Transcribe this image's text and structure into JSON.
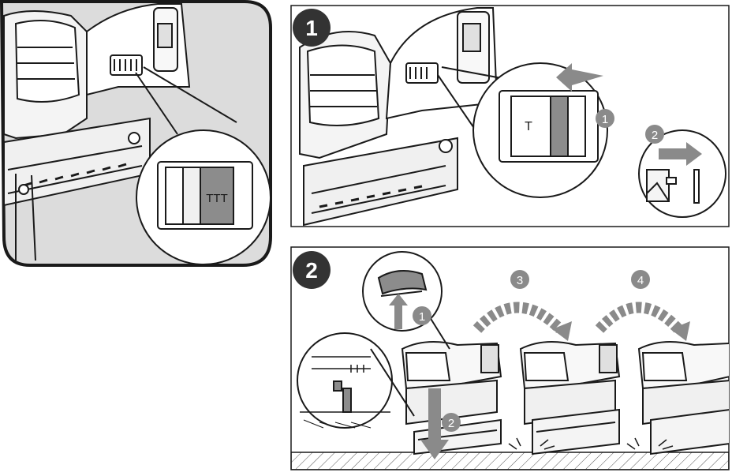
{
  "overview_panel": {
    "switch_mark": "TTT"
  },
  "step1": {
    "number": "1",
    "switch_mark": "T",
    "substeps": [
      "1",
      "2"
    ]
  },
  "step2": {
    "number": "2",
    "substeps": [
      "1",
      "2",
      "3",
      "4"
    ]
  },
  "colors": {
    "outline": "#1a1a1a",
    "panel_fill_overview": "#dcdcdc",
    "badge": "#333333",
    "arrow_gray": "#8a8a8a",
    "switch_gray": "#8c8c8c"
  }
}
